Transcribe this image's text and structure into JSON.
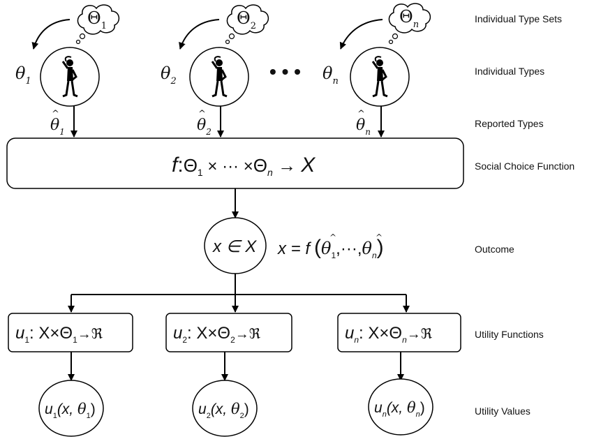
{
  "legend": {
    "type_sets": "Individual Type Sets",
    "types": "Individual Types",
    "reported": "Reported Types",
    "scf": "Social Choice Function",
    "outcome": "Outcome",
    "utility_functions": "Utility Functions",
    "utility_values": "Utility Values"
  },
  "agents": [
    {
      "set_symbol": "Θ",
      "index": "1"
    },
    {
      "set_symbol": "Θ",
      "index": "2"
    },
    {
      "set_symbol": "Θ",
      "index": "n"
    }
  ],
  "theta_symbol": "θ",
  "hat_mark": "^",
  "scf_box": {
    "f": "f",
    "colon": ":",
    "theta": "Θ",
    "sub1": "1",
    "times1": " × ··· ×",
    "subn": "n",
    "arrow": " → ",
    "X": "X"
  },
  "outcome": {
    "in_circle": "x ∈ X",
    "lhs": "x = f",
    "open": "(",
    "dots": ",···,",
    "close": ")",
    "sub1": "1",
    "subn": "n"
  },
  "utility_functions": [
    {
      "u": "u",
      "index": "1",
      "domain": ": X×Θ",
      "arrow": "→ℜ"
    },
    {
      "u": "u",
      "index": "2",
      "domain": ": X×Θ",
      "arrow": "→ℜ"
    },
    {
      "u": "u",
      "index": "n",
      "domain": ": X×Θ",
      "arrow": "→ℜ"
    }
  ],
  "utility_values": [
    {
      "u": "u",
      "index": "1",
      "open": "(x, ",
      "theta": "θ",
      "close": ")"
    },
    {
      "u": "u",
      "index": "2",
      "open": "(x, ",
      "theta": "θ",
      "close": ")"
    },
    {
      "u": "u",
      "index": "n",
      "open": "(x, ",
      "theta": "θ",
      "close": ")"
    }
  ],
  "ellipsis_dots": "• • •",
  "colors": {
    "stroke": "#000000",
    "text": "#111111",
    "background": "#ffffff"
  }
}
